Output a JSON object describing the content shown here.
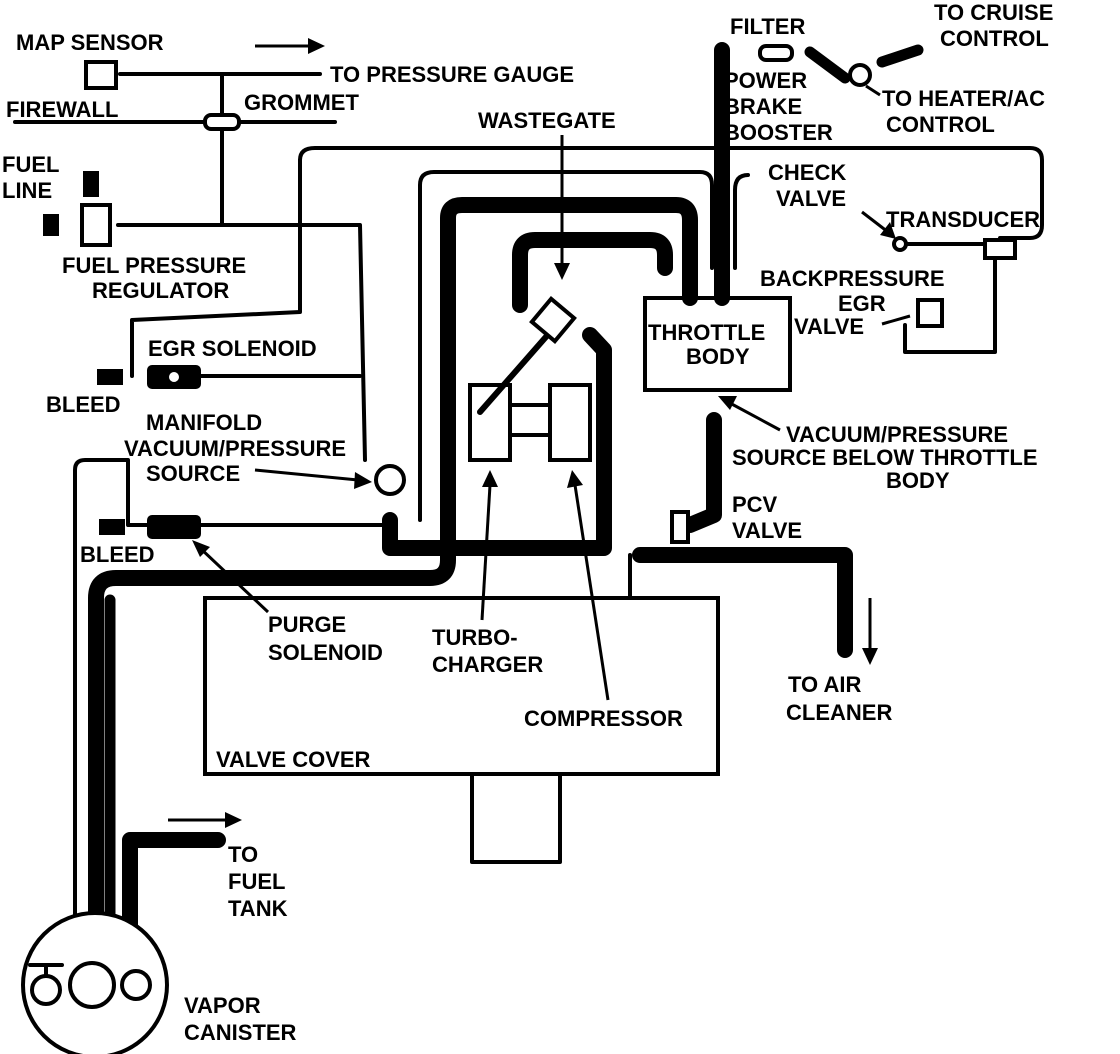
{
  "labels": {
    "map_sensor": "MAP SENSOR",
    "to_pressure_gauge": "TO PRESSURE GAUGE",
    "firewall": "FIREWALL",
    "grommet": "GROMMET",
    "fuel": "FUEL",
    "line": "LINE",
    "fuel_pressure": "FUEL PRESSURE",
    "regulator": "REGULATOR",
    "egr_solenoid": "EGR  SOLENOID",
    "bleed_upper": "BLEED",
    "manifold": "MANIFOLD",
    "vacuum_pressure": "VACUUM/PRESSURE",
    "source": "SOURCE",
    "bleed_lower": "BLEED",
    "purge": "PURGE",
    "solenoid": "SOLENOID",
    "turbo": "TURBO-",
    "charger": "CHARGER",
    "compressor": "COMPRESSOR",
    "valve_cover": "VALVE COVER",
    "to": "TO",
    "fuel_word": "FUEL",
    "tank": "TANK",
    "vapor": "VAPOR",
    "canister": "CANISTER",
    "wastegate": "WASTEGATE",
    "filter": "FILTER",
    "power": "POWER",
    "brake": "BRAKE",
    "booster": "BOOSTER",
    "to_cruise": "TO CRUISE",
    "control": "CONTROL",
    "to_heater_ac": "TO HEATER/AC",
    "control2": "CONTROL",
    "check": "CHECK",
    "valve_cv": "VALVE",
    "transducer": "TRANSDUCER",
    "backpressure": "BACKPRESSURE",
    "egr": "EGR",
    "valve_egr": "VALVE",
    "throttle": "THROTTLE",
    "body": "BODY",
    "vacuum_pressure2": "VACUUM/PRESSURE",
    "source_below_throttle": "SOURCE BELOW THROTTLE",
    "body2": "BODY",
    "pcv": "PCV",
    "valve_pcv": "VALVE",
    "to_air": "TO AIR",
    "cleaner": "CLEANER"
  }
}
